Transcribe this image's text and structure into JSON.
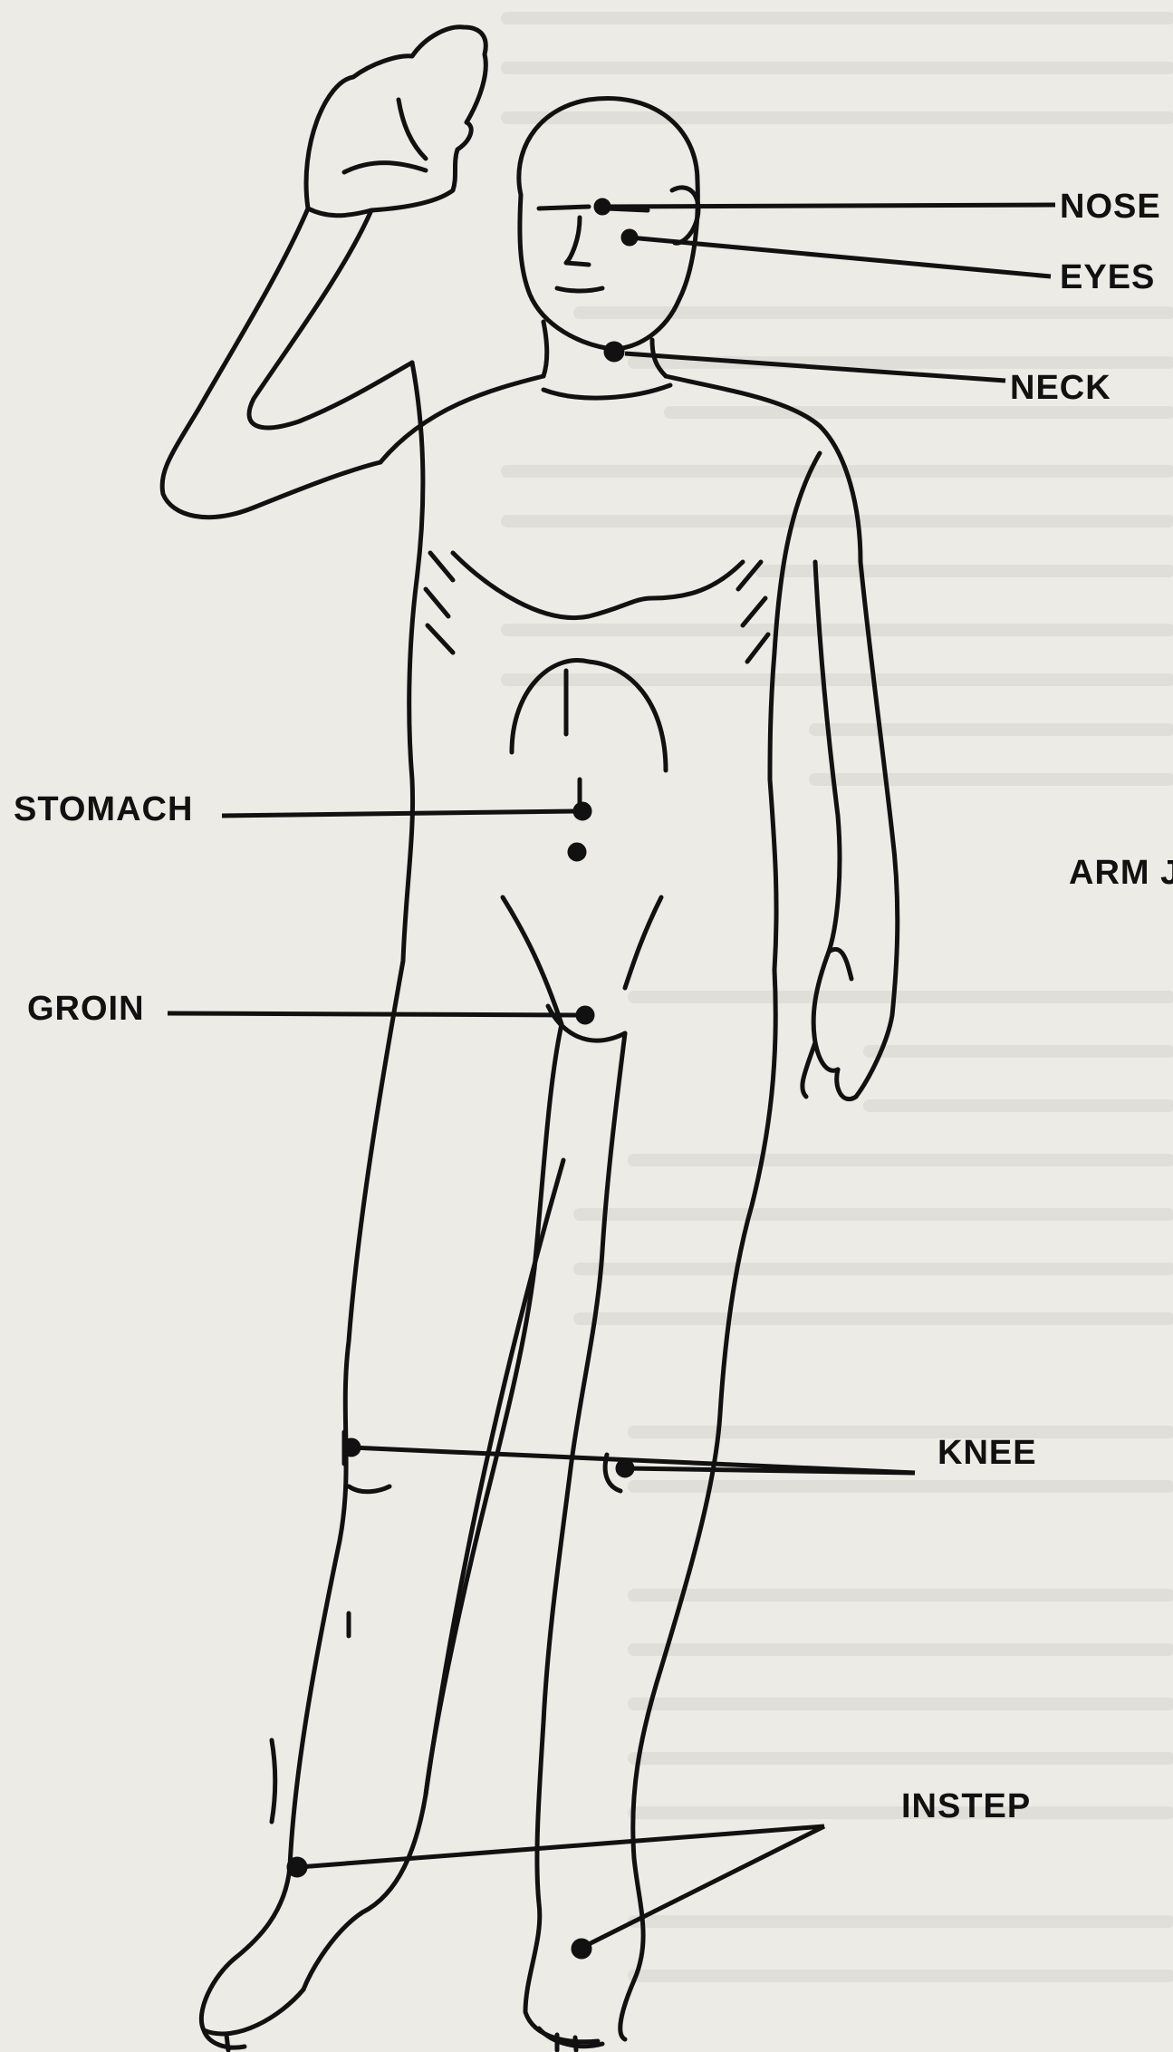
{
  "title": "",
  "labels": {
    "nose": "NOSE",
    "eyes": "EYES",
    "neck": "NECK",
    "stomach": "STOMACH",
    "groin": "GROIN",
    "arm": "ARM J",
    "knee": "KNEE",
    "instep": "INSTEP"
  },
  "colors": {
    "paper": "#ecebe6",
    "ink": "#111111",
    "bleed_text": "#cfcdc6"
  }
}
